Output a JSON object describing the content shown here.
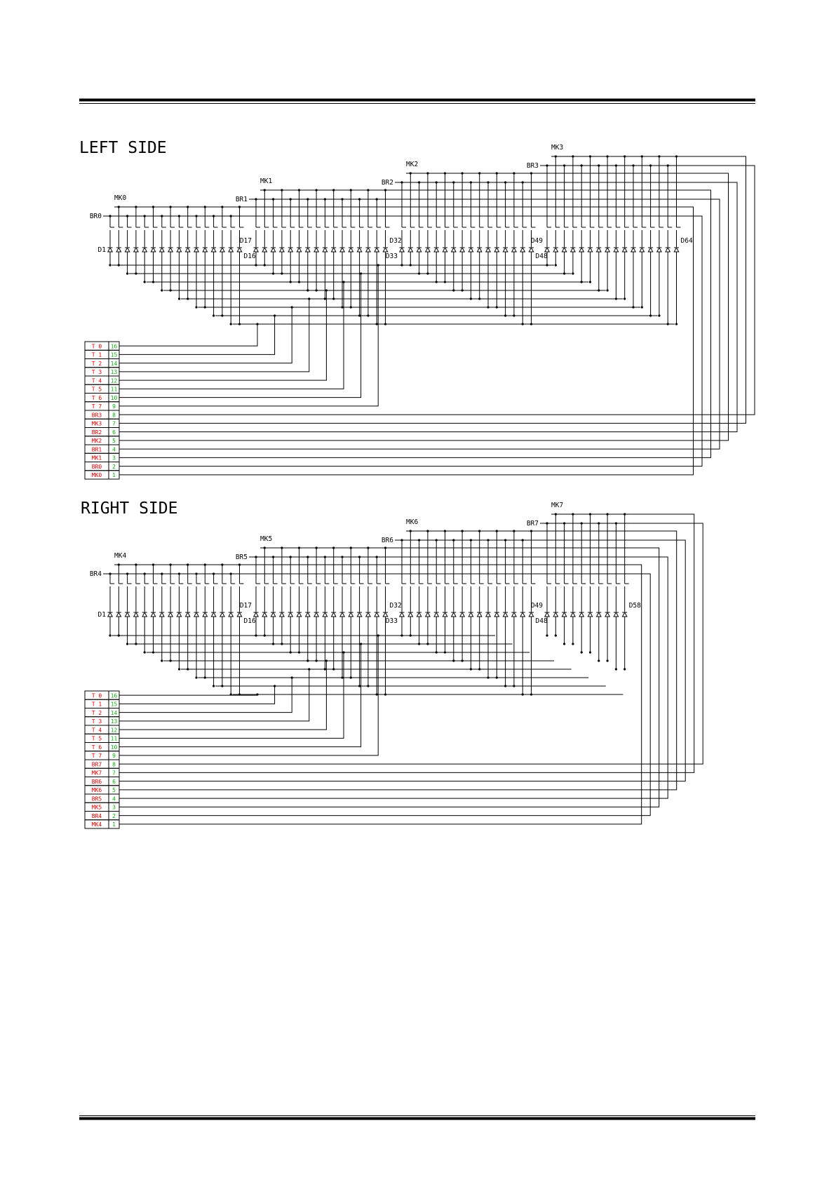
{
  "sections": [
    {
      "title": "LEFT SIDE",
      "groups": [
        {
          "mk": "MK0",
          "br": "BR0",
          "count": 16
        },
        {
          "mk": "MK1",
          "br": "BR1",
          "count": 16
        },
        {
          "mk": "MK2",
          "br": "BR2",
          "count": 16
        },
        {
          "mk": "MK3",
          "br": "BR3",
          "count": 16
        }
      ],
      "diode_labels": [
        {
          "text": "D1",
          "col": 0,
          "row": "mid",
          "side": "left"
        },
        {
          "text": "D16",
          "col": 15,
          "row": "low",
          "side": "right"
        },
        {
          "text": "D17",
          "col": 16,
          "row": "high",
          "side": "left"
        },
        {
          "text": "D32",
          "col": 31,
          "row": "high",
          "side": "right"
        },
        {
          "text": "D33",
          "col": 32,
          "row": "low",
          "side": "left"
        },
        {
          "text": "D48",
          "col": 47,
          "row": "low",
          "side": "right"
        },
        {
          "text": "D49",
          "col": 48,
          "row": "high",
          "side": "left"
        },
        {
          "text": "D64",
          "col": 63,
          "row": "high",
          "side": "right"
        }
      ],
      "connector": [
        {
          "name": "T 0",
          "pin": "16"
        },
        {
          "name": "T 1",
          "pin": "15"
        },
        {
          "name": "T 2",
          "pin": "14"
        },
        {
          "name": "T 3",
          "pin": "13"
        },
        {
          "name": "T 4",
          "pin": "12"
        },
        {
          "name": "T 5",
          "pin": "11"
        },
        {
          "name": "T 6",
          "pin": "10"
        },
        {
          "name": "T 7",
          "pin": "9"
        },
        {
          "name": "BR3",
          "pin": "8"
        },
        {
          "name": "MK3",
          "pin": "7"
        },
        {
          "name": "BR2",
          "pin": "6"
        },
        {
          "name": "MK2",
          "pin": "5"
        },
        {
          "name": "BR1",
          "pin": "4"
        },
        {
          "name": "MK1",
          "pin": "3"
        },
        {
          "name": "BR0",
          "pin": "2"
        },
        {
          "name": "MK0",
          "pin": "1"
        }
      ]
    },
    {
      "title": "RIGHT SIDE",
      "groups": [
        {
          "mk": "MK4",
          "br": "BR4",
          "count": 16
        },
        {
          "mk": "MK5",
          "br": "BR5",
          "count": 16
        },
        {
          "mk": "MK6",
          "br": "BR6",
          "count": 16
        },
        {
          "mk": "MK7",
          "br": "BR7",
          "count": 10
        }
      ],
      "diode_labels": [
        {
          "text": "D1",
          "col": 0,
          "row": "mid",
          "side": "left"
        },
        {
          "text": "D16",
          "col": 15,
          "row": "low",
          "side": "right"
        },
        {
          "text": "D17",
          "col": 16,
          "row": "high",
          "side": "left"
        },
        {
          "text": "D32",
          "col": 31,
          "row": "high",
          "side": "right"
        },
        {
          "text": "D33",
          "col": 32,
          "row": "low",
          "side": "left"
        },
        {
          "text": "D48",
          "col": 47,
          "row": "low",
          "side": "right"
        },
        {
          "text": "D49",
          "col": 48,
          "row": "high",
          "side": "left"
        },
        {
          "text": "D58",
          "col": 57,
          "row": "high",
          "side": "right"
        }
      ],
      "connector": [
        {
          "name": "T 0",
          "pin": "16"
        },
        {
          "name": "T 1",
          "pin": "15"
        },
        {
          "name": "T 2",
          "pin": "14"
        },
        {
          "name": "T 3",
          "pin": "13"
        },
        {
          "name": "T 4",
          "pin": "12"
        },
        {
          "name": "T 5",
          "pin": "11"
        },
        {
          "name": "T 6",
          "pin": "10"
        },
        {
          "name": "T 7",
          "pin": "9"
        },
        {
          "name": "BR7",
          "pin": "8"
        },
        {
          "name": "MK7",
          "pin": "7"
        },
        {
          "name": "BR6",
          "pin": "6"
        },
        {
          "name": "MK6",
          "pin": "5"
        },
        {
          "name": "BR5",
          "pin": "4"
        },
        {
          "name": "MK5",
          "pin": "3"
        },
        {
          "name": "BR4",
          "pin": "2"
        },
        {
          "name": "MK4",
          "pin": "1"
        }
      ]
    }
  ]
}
